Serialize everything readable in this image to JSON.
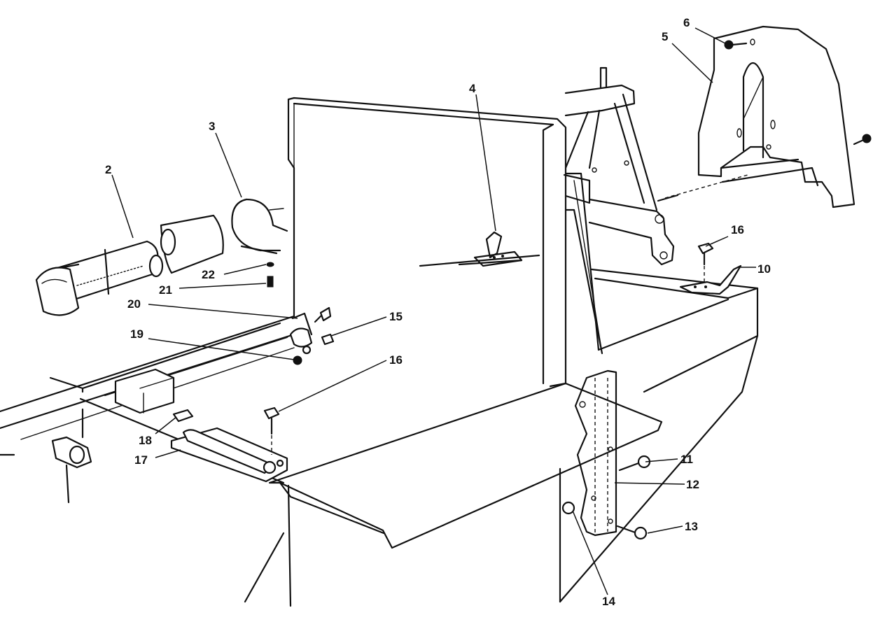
{
  "diagram": {
    "callouts": [
      {
        "key": "c2",
        "label": "2"
      },
      {
        "key": "c3",
        "label": "3"
      },
      {
        "key": "c4",
        "label": "4"
      },
      {
        "key": "c5",
        "label": "5"
      },
      {
        "key": "c6",
        "label": "6"
      },
      {
        "key": "c10",
        "label": "10"
      },
      {
        "key": "c11",
        "label": "11"
      },
      {
        "key": "c12",
        "label": "12"
      },
      {
        "key": "c13",
        "label": "13"
      },
      {
        "key": "c14",
        "label": "14"
      },
      {
        "key": "c15",
        "label": "15"
      },
      {
        "key": "c16a",
        "label": "16"
      },
      {
        "key": "c16b",
        "label": "16"
      },
      {
        "key": "c17",
        "label": "17"
      },
      {
        "key": "c18",
        "label": "18"
      },
      {
        "key": "c19",
        "label": "19"
      },
      {
        "key": "c20",
        "label": "20"
      },
      {
        "key": "c21",
        "label": "21"
      },
      {
        "key": "c22",
        "label": "22"
      }
    ]
  }
}
